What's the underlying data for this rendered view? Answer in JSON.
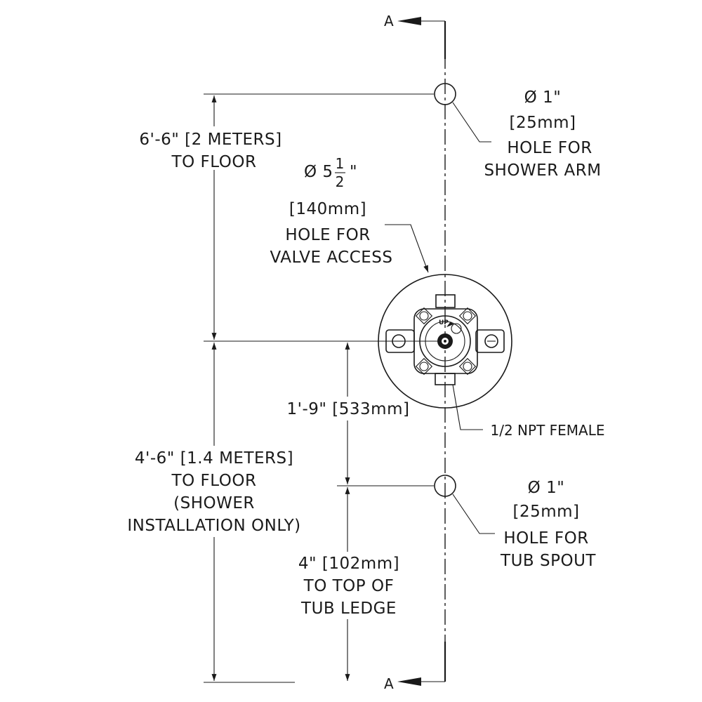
{
  "section_marker": {
    "top": "A",
    "bottom": "A"
  },
  "shower_arm": {
    "diameter": "Ø 1\"",
    "metric": "[25mm]",
    "line1": "HOLE FOR",
    "line2": "SHOWER ARM"
  },
  "valve_access": {
    "diameter_prefix": "Ø 5",
    "fraction_num": "1",
    "fraction_den": "2",
    "inch_mark": "\"",
    "metric": "[140mm]",
    "line1": "HOLE FOR",
    "line2": "VALVE ACCESS"
  },
  "shower_height": {
    "line1": "6'-6\" [2 METERS]",
    "line2": "TO FLOOR"
  },
  "valve_to_spout": {
    "label": "1'-9\" [533mm]"
  },
  "npt": {
    "label": "1/2 NPT FEMALE"
  },
  "valve_height": {
    "line1": "4'-6\" [1.4 METERS]",
    "line2": "TO FLOOR",
    "line3": "(SHOWER",
    "line4": "INSTALLATION ONLY)"
  },
  "tub_spout": {
    "diameter": "Ø 1\"",
    "metric": "[25mm]",
    "line1": "HOLE FOR",
    "line2": "TUB SPOUT"
  },
  "tub_ledge": {
    "line1": "4\" [102mm]",
    "line2": "TO TOP OF",
    "line3": "TUB LEDGE"
  },
  "valve_marking": "UP"
}
